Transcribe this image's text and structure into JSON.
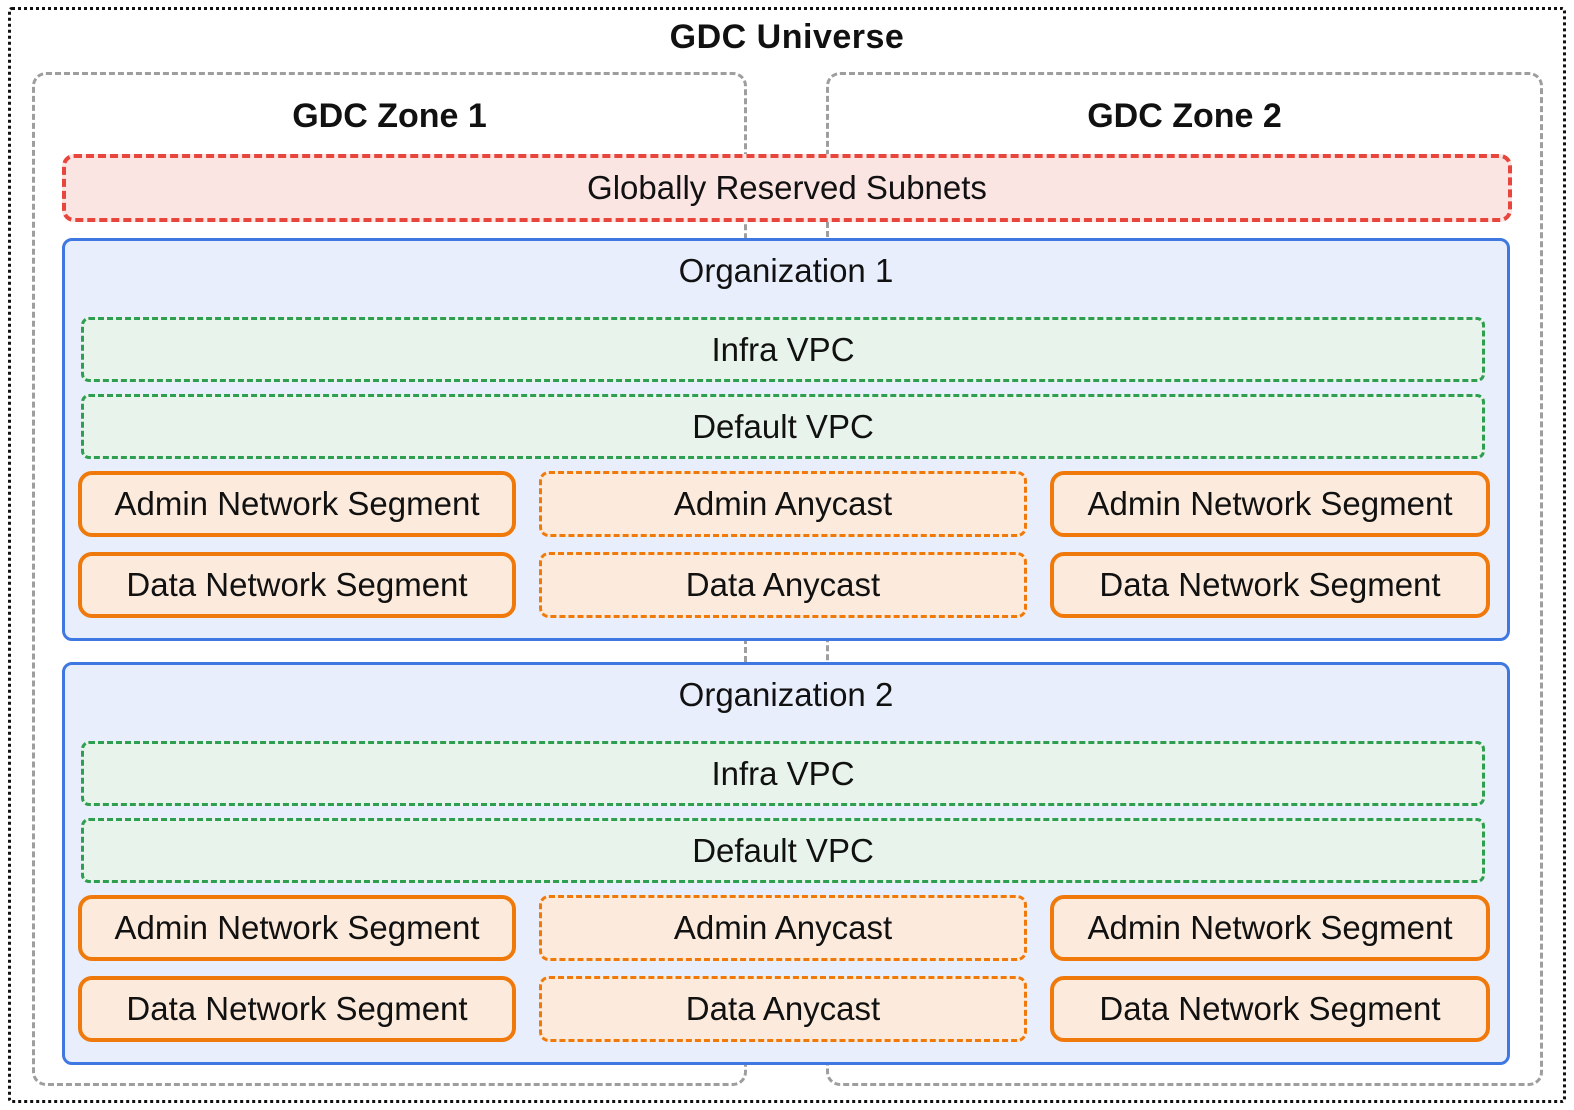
{
  "diagram": {
    "title": "GDC Universe",
    "zones": [
      {
        "label": "GDC Zone 1"
      },
      {
        "label": "GDC Zone 2"
      }
    ],
    "reserved_subnets": {
      "label": "Globally Reserved Subnets"
    },
    "organizations": [
      {
        "title": "Organization 1",
        "vpcs": [
          {
            "label": "Infra VPC"
          },
          {
            "label": "Default VPC"
          }
        ],
        "rows": [
          {
            "left": "Admin Network Segment",
            "center": "Admin Anycast",
            "right": "Admin Network Segment"
          },
          {
            "left": "Data Network Segment",
            "center": "Data Anycast",
            "right": "Data Network Segment"
          }
        ]
      },
      {
        "title": "Organization 2",
        "vpcs": [
          {
            "label": "Infra VPC"
          },
          {
            "label": "Default VPC"
          }
        ],
        "rows": [
          {
            "left": "Admin Network Segment",
            "center": "Admin Anycast",
            "right": "Admin Network Segment"
          },
          {
            "left": "Data Network Segment",
            "center": "Data Anycast",
            "right": "Data Network Segment"
          }
        ]
      }
    ],
    "colors": {
      "outer_border": "#111111",
      "zone_border": "#9E9E9E",
      "reserved_border": "#E8453C",
      "reserved_fill": "#FBE5E3",
      "org_border": "#3E78E0",
      "org_fill": "#E8EEFB",
      "vpc_border": "#2E9E50",
      "vpc_fill": "#E8F4EB",
      "segment_border": "#F0790B",
      "segment_fill": "#FCEBDC"
    }
  }
}
